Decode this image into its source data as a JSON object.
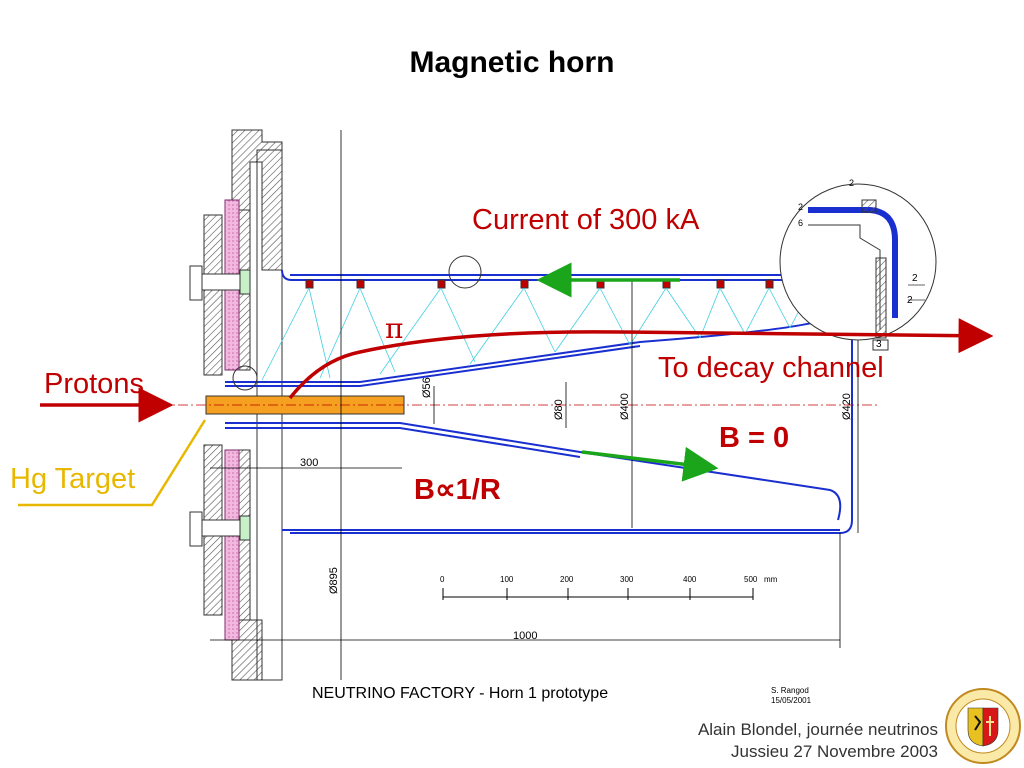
{
  "title": "Magnetic horn",
  "labels": {
    "current": "Current of 300 kA",
    "pi": "π",
    "decay": "To decay channel",
    "b_zero": "B = 0",
    "b_inverse": "B∝1/R",
    "protons": "Protons",
    "hg_target": "Hg Target"
  },
  "drawing": {
    "caption": "NEUTRINO FACTORY - Horn 1 prototype",
    "author": "S. Rangod",
    "date": "15/05/2001",
    "dimensions": {
      "d56": "Ø56",
      "d80": "Ø80",
      "d400": "Ø400",
      "d420": "Ø420",
      "d895": "Ø895",
      "len300": "300",
      "len1000": "1000",
      "detail2a": "2",
      "detail2b": "2",
      "detail3": "3",
      "detail6": "6",
      "detail2c": "2",
      "detail2d": "2"
    },
    "scale": {
      "ticks": [
        "0",
        "100",
        "200",
        "300",
        "400",
        "500"
      ],
      "unit": "mm"
    }
  },
  "footer": {
    "line1": "Alain Blondel, journée neutrinos",
    "line2": "Jussieu 27 Novembre 2003"
  },
  "colors": {
    "accent_red": "#c00000",
    "arrow_green": "#1aa51a",
    "conductor_blue": "#1a2fd0",
    "target_orange": "#f5a020",
    "hg_yellow": "#e8b800",
    "spray_cyan": "#40d0e0"
  },
  "logo": {
    "icon": "university-seal-icon"
  }
}
